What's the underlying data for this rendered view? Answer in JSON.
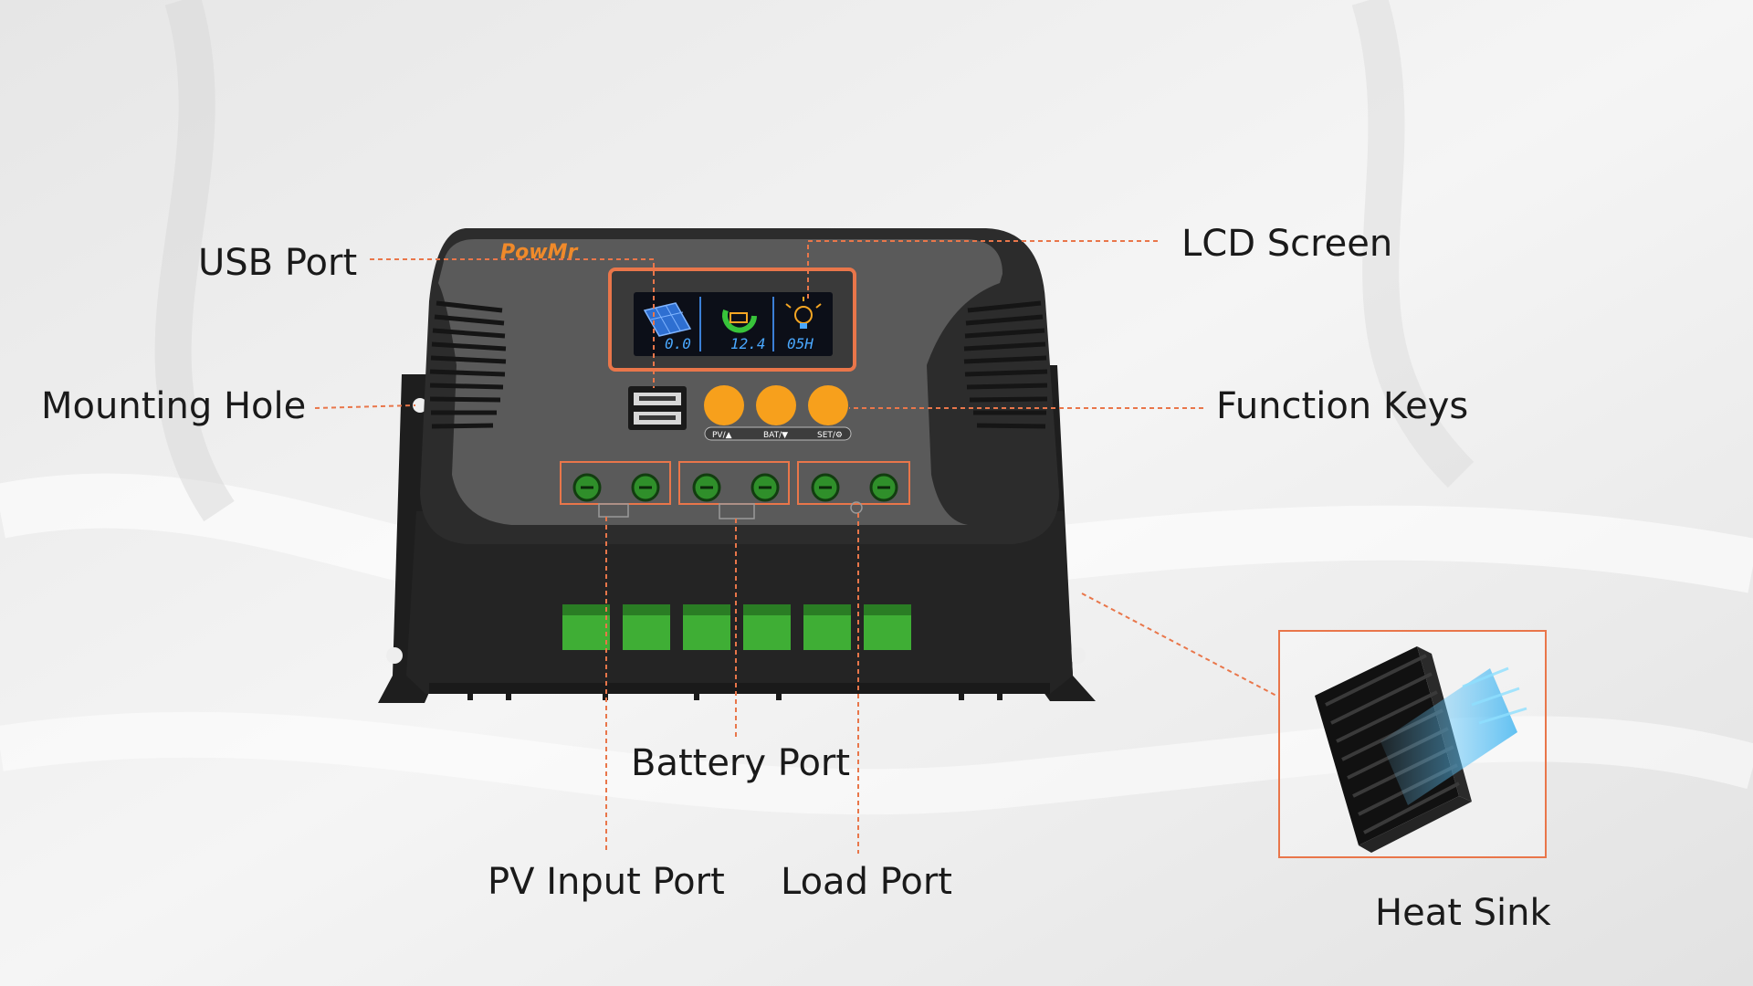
{
  "brand": "PowMr",
  "colors": {
    "accent": "#e9764a",
    "key": "#f7a01c",
    "terminal": "#3fae35",
    "housing": "#2b2b2b",
    "panel": "#585858",
    "lcd_bg": "#0c0f18"
  },
  "lcd": {
    "pv_value": "0.0",
    "battery_value": "12.4",
    "load_value": "05H"
  },
  "keys": {
    "pv": "PV/▲",
    "bat": "BAT/▼",
    "set": "SET/⚙"
  },
  "callouts": {
    "usb_port": "USB Port",
    "lcd_screen": "LCD Screen",
    "mounting_hole": "Mounting Hole",
    "function_keys": "Function Keys",
    "battery_port": "Battery Port",
    "pv_input_port": "PV Input Port",
    "load_port": "Load Port",
    "heat_sink": "Heat Sink"
  },
  "icons": {
    "pv": "solar-panel-icon",
    "battery": "battery-cycle-icon",
    "load": "light-bulb-icon",
    "usb": "usb-port-icon"
  }
}
